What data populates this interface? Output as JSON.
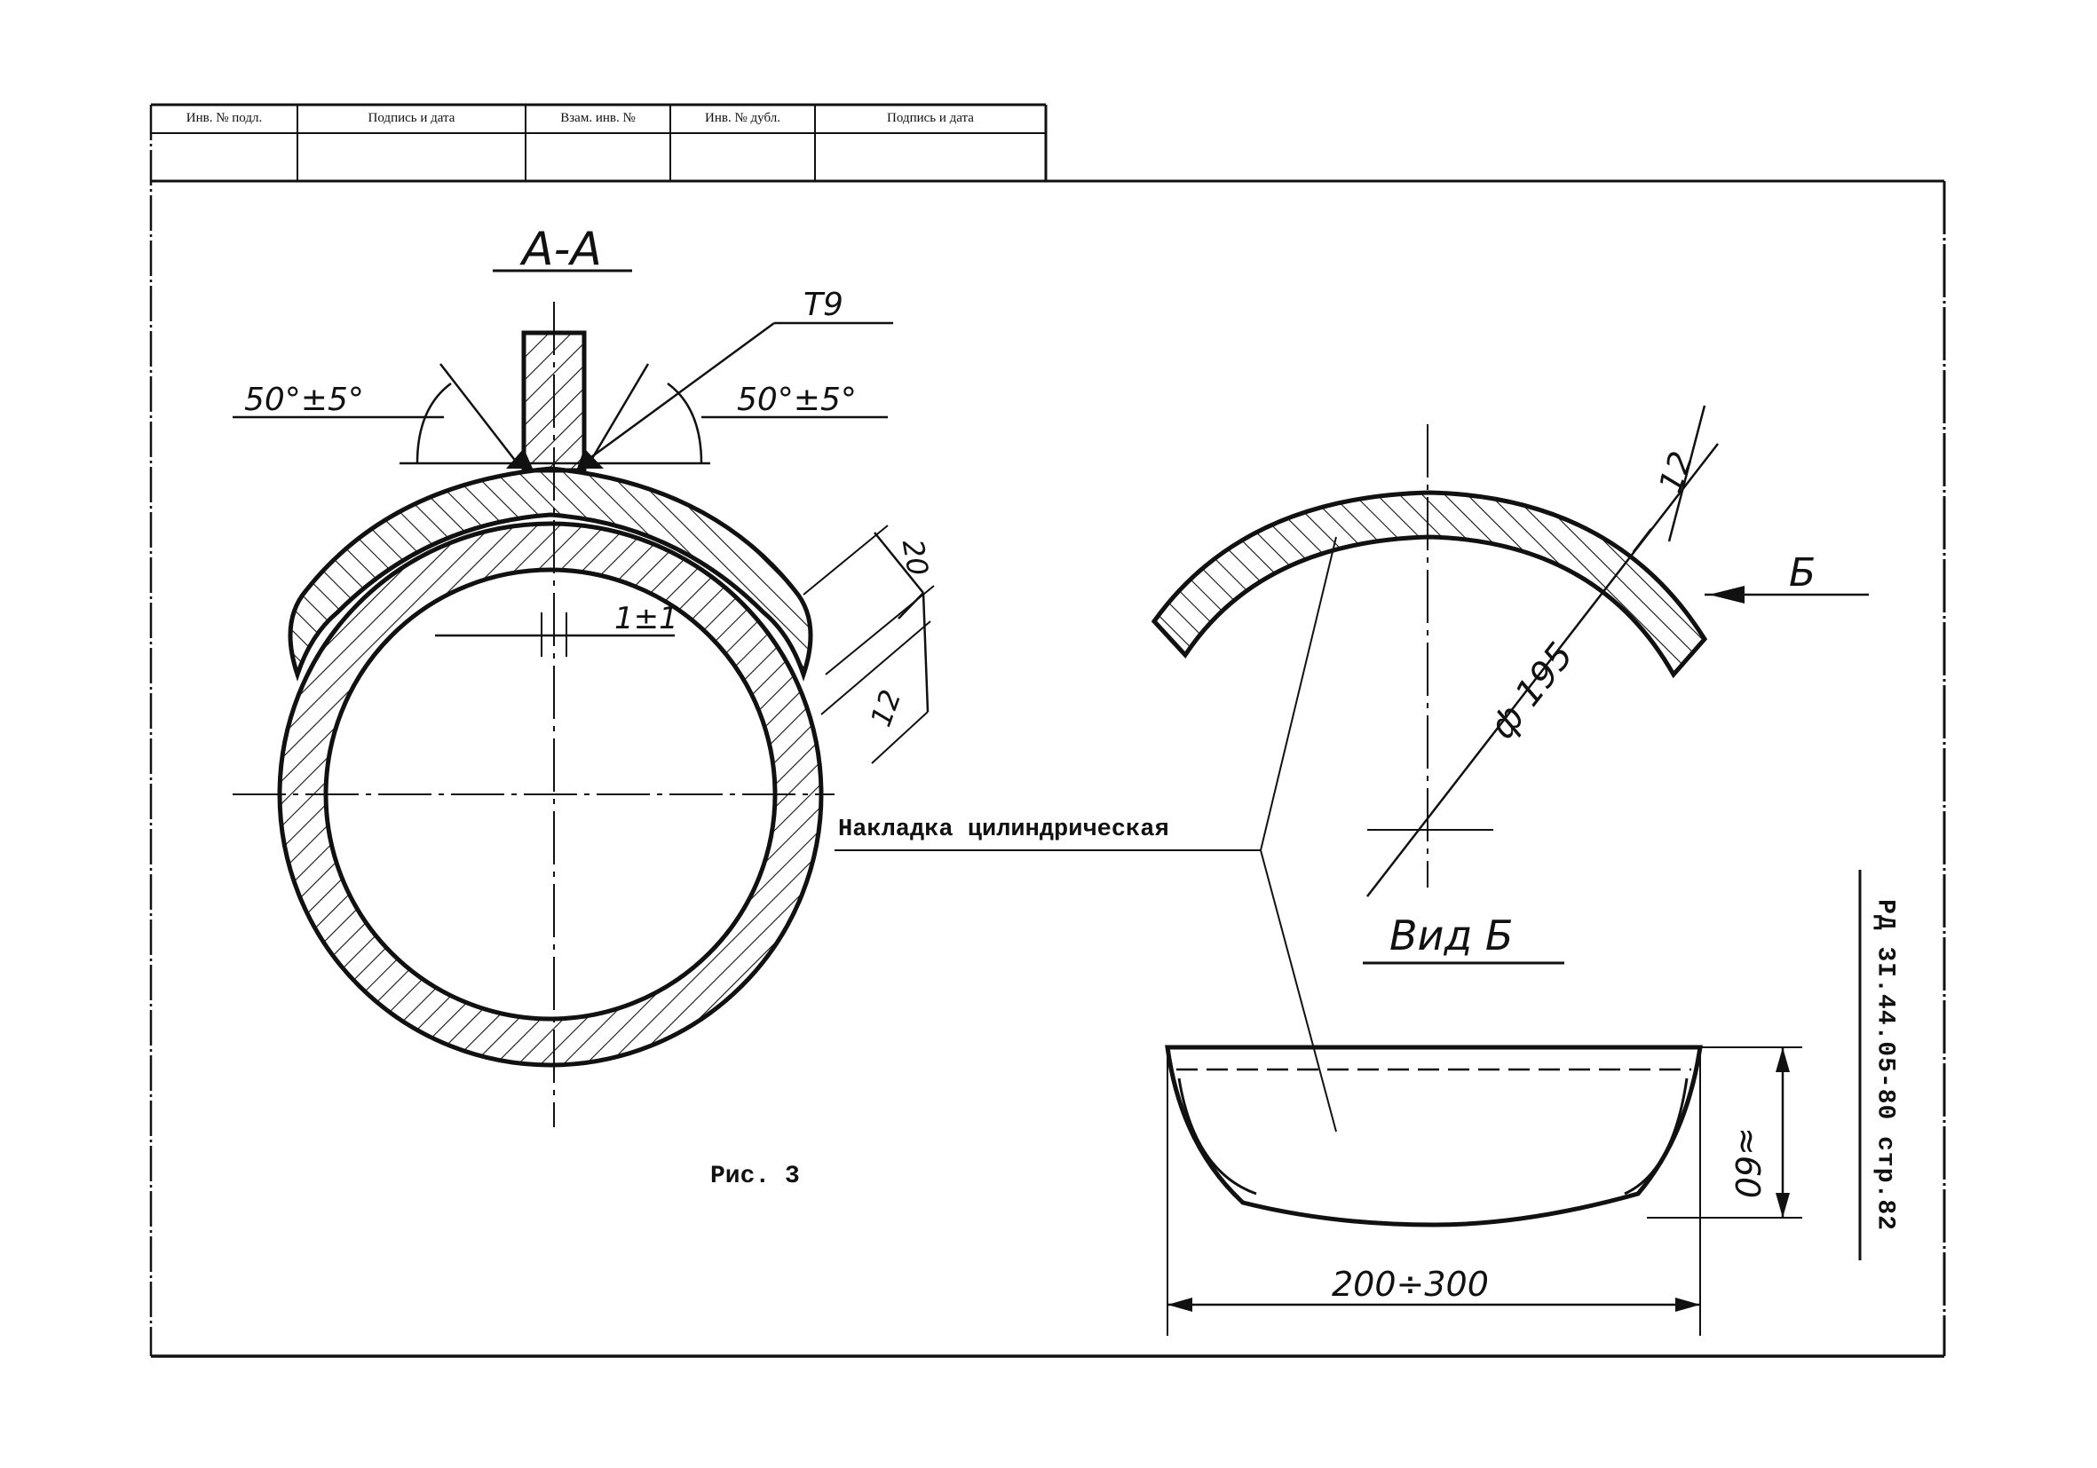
{
  "stamp": {
    "col1": "Инв. № подл.",
    "col2": "Подпись и дата",
    "col3": "Взам. инв. №",
    "col4": "Инв. № дубл.",
    "col5": "Подпись и дата"
  },
  "section": {
    "title": "А-А",
    "weld_symbol": "Т9",
    "angle_left": "50°±5°",
    "angle_right": "50°±5°",
    "gap": "1±1",
    "dim_20": "20",
    "dim_12": "12"
  },
  "pad": {
    "thickness": "12",
    "diameter": "ф 195",
    "arrow_label": "Б"
  },
  "view": {
    "title": "Вид Б",
    "height": "≈60",
    "width": "200÷300"
  },
  "note_label": "Накладка цилиндрическая",
  "figure_label": "Рис. 3",
  "doc_code": "РД 3I.44.05-80    стр.82"
}
